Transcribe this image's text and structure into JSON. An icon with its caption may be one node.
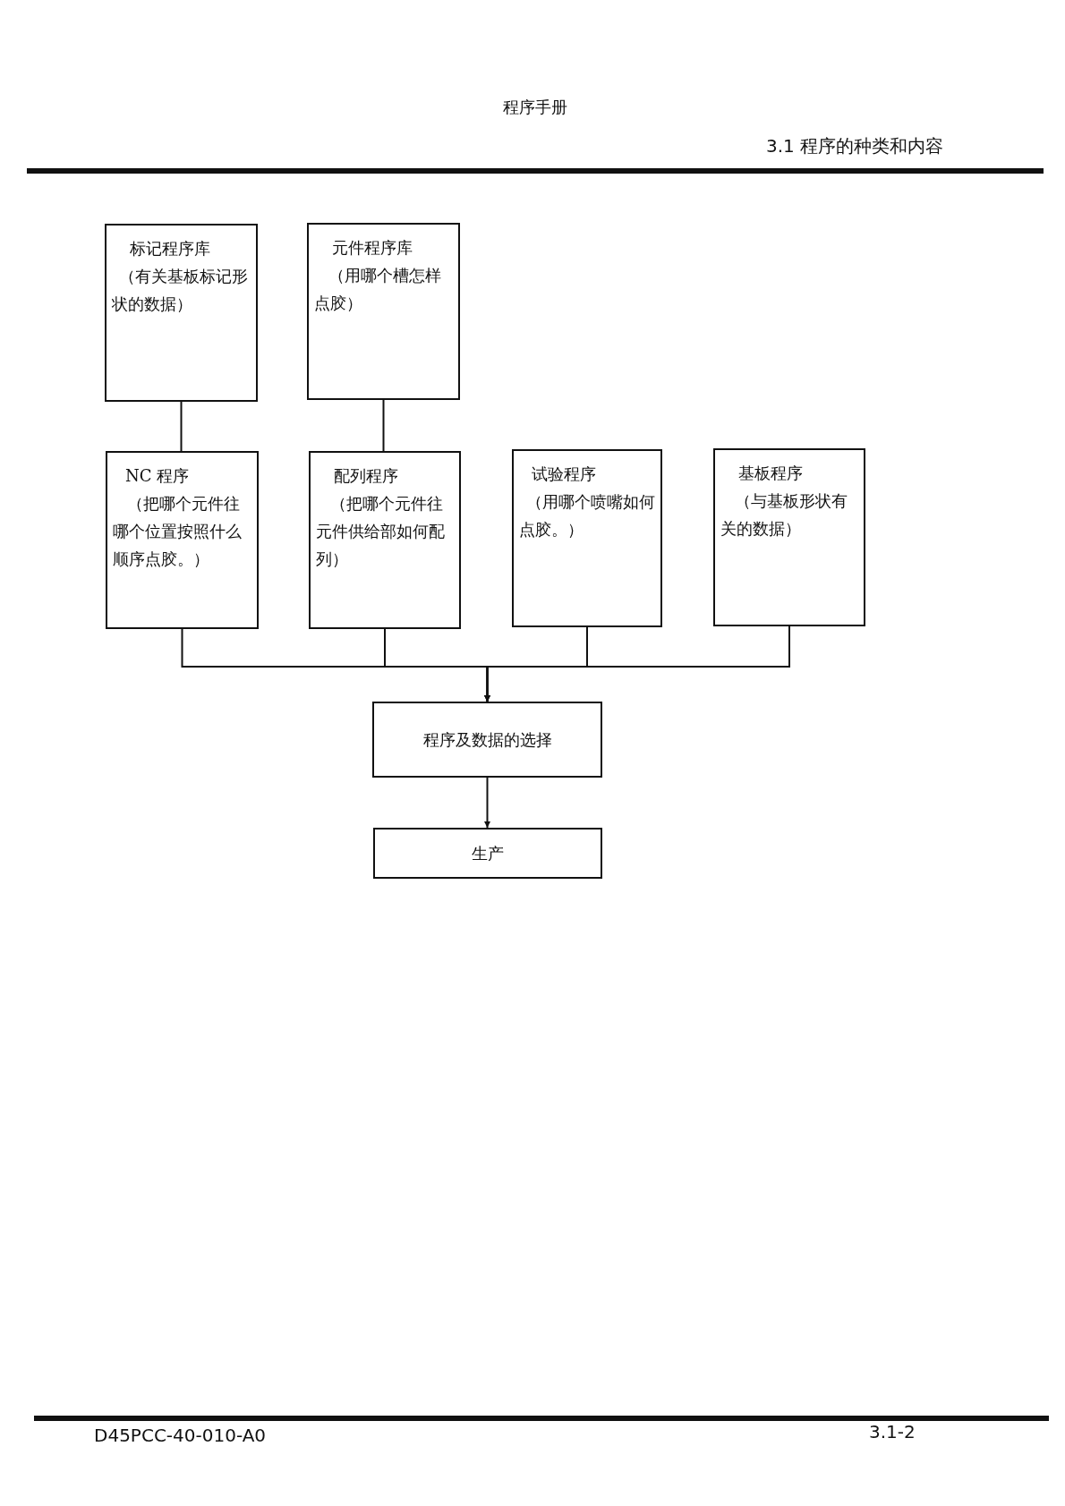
{
  "diagram": {
    "nodes": [
      {
        "text": [
          "标记程序库",
          "（有关基板标记形状的数据）"
        ]
      },
      {
        "text": [
          "元件程序库",
          "（用哪个槽怎样点胶）"
        ]
      },
      {
        "text": [
          "NC 程序",
          "（把哪个元件往哪个位置按照什么顺序点胶。）"
        ]
      },
      {
        "text": [
          "配列程序",
          "（把哪个元件往元件供给部如何配列）"
        ]
      },
      {
        "text": [
          "试验程序",
          "（用哪个喷嘴如何点胶。）"
        ]
      },
      {
        "text": [
          "基板程序",
          "（与基板形状有关的数据）"
        ]
      },
      {
        "text": [
          "程序及数据的选择"
        ]
      },
      {
        "text": [
          "生产"
        ]
      }
    ],
    "edges": [
      {
        "from": 0,
        "to": 2,
        "arrow": "none"
      },
      {
        "from": 1,
        "to": 3,
        "arrow": "none"
      },
      {
        "from": 2,
        "to": 6,
        "arrow": "to"
      },
      {
        "from": 3,
        "to": 6,
        "arrow": "to"
      },
      {
        "from": 4,
        "to": 6,
        "arrow": "to"
      },
      {
        "from": 5,
        "to": 6,
        "arrow": "to"
      },
      {
        "from": 6,
        "to": 7,
        "arrow": "to"
      }
    ],
    "labels": [
      "程序手册",
      "3.1 程序的种类和内容",
      "D45PCC-40-010-A0",
      "3.1-2"
    ]
  }
}
